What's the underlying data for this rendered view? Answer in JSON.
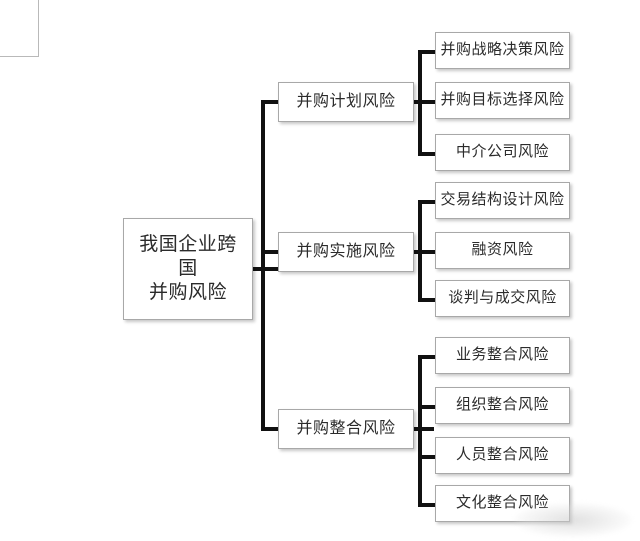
{
  "diagram": {
    "type": "tree",
    "orientation": "left-to-right",
    "language": "zh-CN",
    "colors": {
      "background": "#ffffff",
      "box_fill": "#ffffff",
      "box_border": "#a8a8a8",
      "connector": "#111111",
      "text": "#2b2b2b"
    },
    "root": {
      "label": "我国企业跨国\n并购风险"
    },
    "branches": [
      {
        "label": "并购计划风险",
        "children": [
          {
            "label": "并购战略决策风险"
          },
          {
            "label": "并购目标选择风险"
          },
          {
            "label": "中介公司风险"
          }
        ]
      },
      {
        "label": "并购实施风险",
        "children": [
          {
            "label": "交易结构设计风险"
          },
          {
            "label": "融资风险"
          },
          {
            "label": "谈判与成交风险"
          }
        ]
      },
      {
        "label": "并购整合风险",
        "children": [
          {
            "label": "业务整合风险"
          },
          {
            "label": "组织整合风险"
          },
          {
            "label": "人员整合风险"
          },
          {
            "label": "文化整合风险"
          }
        ]
      }
    ]
  }
}
